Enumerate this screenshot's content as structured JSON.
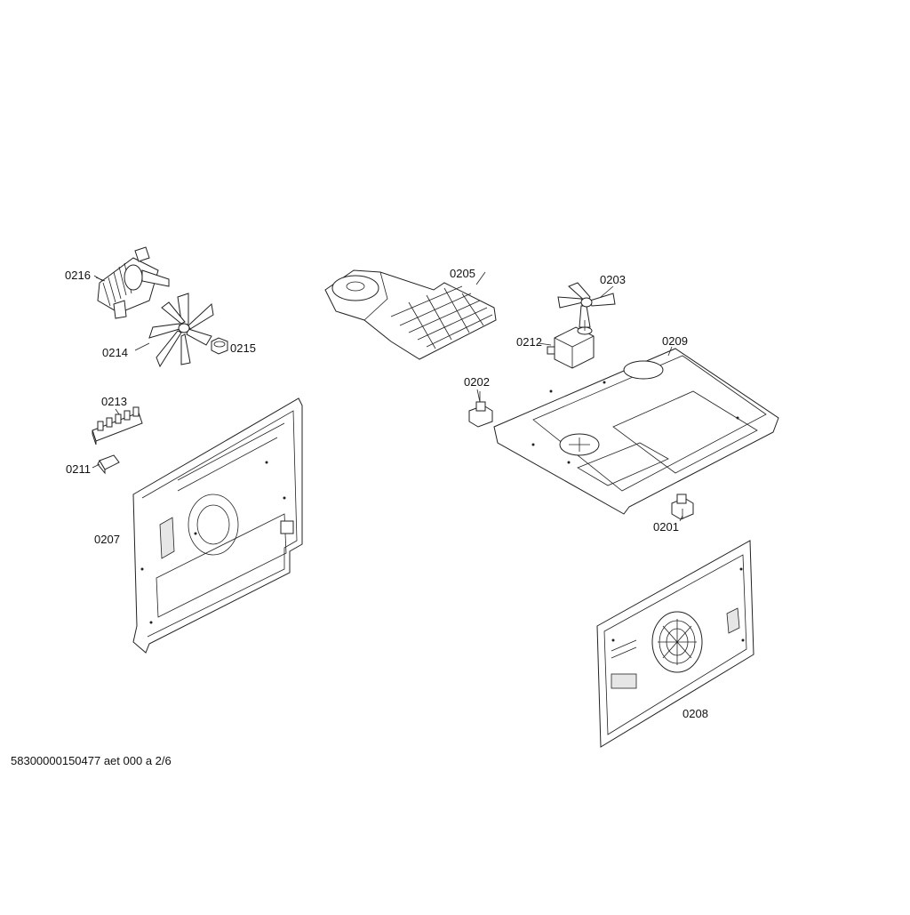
{
  "parts": [
    {
      "id": "p0216",
      "label": "0216"
    },
    {
      "id": "p0214",
      "label": "0214"
    },
    {
      "id": "p0215",
      "label": "0215"
    },
    {
      "id": "p0213",
      "label": "0213"
    },
    {
      "id": "p0211",
      "label": "0211"
    },
    {
      "id": "p0207",
      "label": "0207"
    },
    {
      "id": "p0205",
      "label": "0205"
    },
    {
      "id": "p0203",
      "label": "0203"
    },
    {
      "id": "p0212",
      "label": "0212"
    },
    {
      "id": "p0209",
      "label": "0209"
    },
    {
      "id": "p0202",
      "label": "0202"
    },
    {
      "id": "p0201",
      "label": "0201"
    },
    {
      "id": "p0208",
      "label": "0208"
    }
  ],
  "footer": "58300000150477 aet 000 a 2/6"
}
